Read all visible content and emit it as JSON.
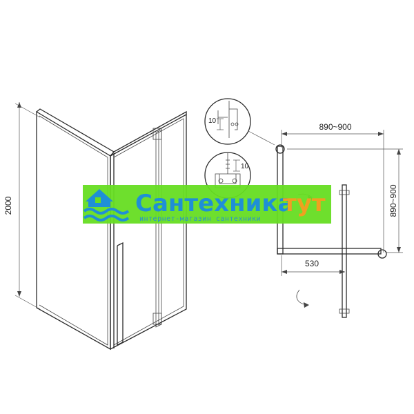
{
  "dimensions": {
    "height": "2000",
    "width_top": "890~900",
    "depth_right": "890~900",
    "door_width": "530",
    "detail_top_gap": "10",
    "detail_bottom_gap": "10"
  },
  "watermark": {
    "title_main": "Сантехника",
    "title_accent": "тут",
    "subtitle": "интернет-магазин сантехники",
    "colors": {
      "banner_bg": "#66dd22",
      "title": "#1f8fd6",
      "accent": "#f0a020",
      "logo": "#1f8fd6"
    }
  },
  "icons": {
    "logo": "house-water-logo",
    "door_swing": "curved-arrow-icon"
  }
}
